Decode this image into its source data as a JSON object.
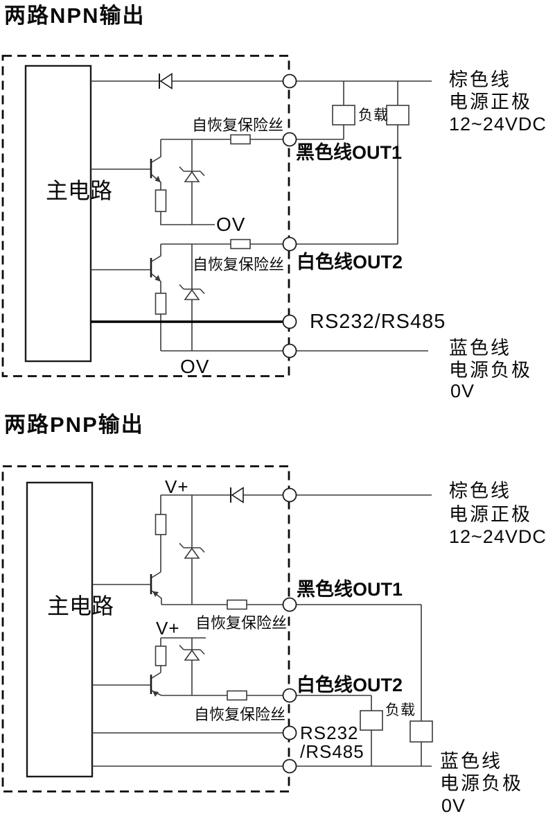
{
  "npn": {
    "title": "两路NPN输出",
    "main_box_label": "主电路",
    "fuse1_label": "自恢复保险丝",
    "fuse2_label": "自恢复保险丝",
    "out1_label": "黑色线OUT1",
    "out2_label": "白色线OUT2",
    "ov1_label": "OV",
    "ov2_label": "OV",
    "load_label": "负载",
    "rs_label": "RS232/RS485",
    "brown_wire_lines": [
      "棕色线",
      "电源正极",
      "12~24VDC"
    ],
    "blue_wire_lines": [
      "蓝色线",
      "电源负极",
      "0V"
    ]
  },
  "pnp": {
    "title": "两路PNP输出",
    "main_box_label": "主电路",
    "vplus1_label": "V+",
    "vplus2_label": "V+",
    "fuse1_label": "自恢复保险丝",
    "fuse2_label": "自恢复保险丝",
    "out1_label": "黑色线OUT1",
    "out2_label": "白色线OUT2",
    "load_label": "负载",
    "rs_label_line1": "RS232",
    "rs_label_line2": "/RS485",
    "brown_wire_lines": [
      "棕色线",
      "电源正极",
      "12~24VDC"
    ],
    "blue_wire_lines": [
      "蓝色线",
      "电源负极",
      "0V"
    ]
  },
  "colors": {
    "line": "#3a3a3a",
    "structure": "#111111",
    "text": "#0a0a0a",
    "background": "#ffffff"
  }
}
